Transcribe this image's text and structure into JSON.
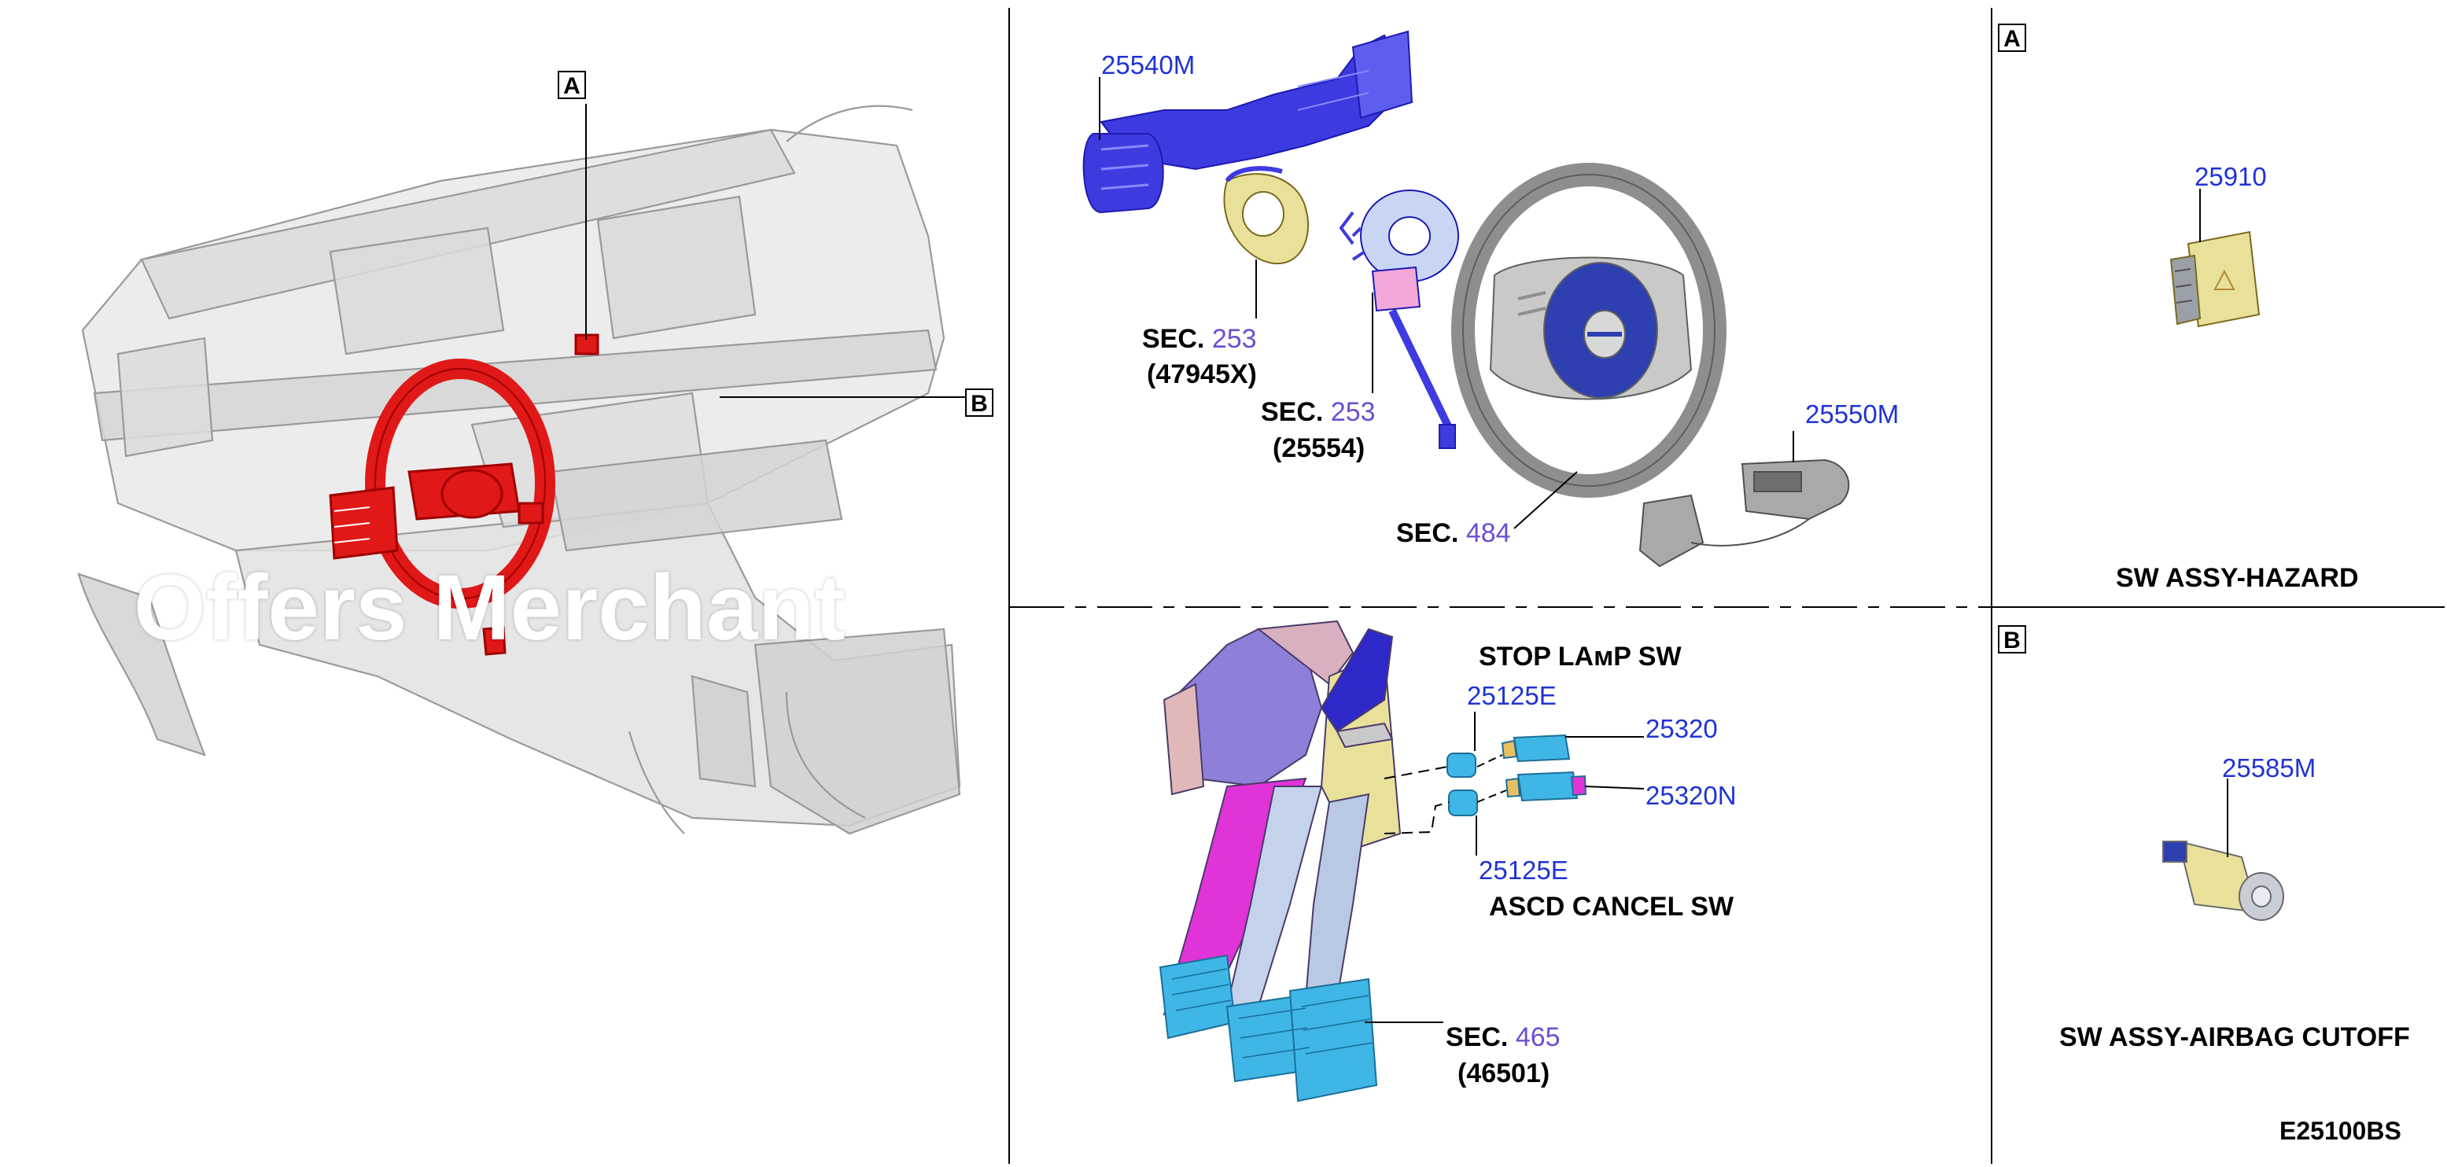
{
  "panels": {
    "top_center": {
      "parts": {
        "combination_switch": "25540M",
        "steering_wheel_switch": "25550M"
      },
      "sections": [
        {
          "prefix": "SEC.",
          "number": "253",
          "ref": "(47945X)"
        },
        {
          "prefix": "SEC.",
          "number": "253",
          "ref": "(25554)"
        },
        {
          "prefix": "SEC.",
          "number": "484",
          "ref": ""
        }
      ]
    },
    "bottom_center": {
      "stop_lamp_label": "STOP LAмP SW",
      "ascd_label": "ASCD CANCEL SW",
      "parts": {
        "stop_clip": "25125E",
        "stop_switch": "25320",
        "ascd_switch": "25320N",
        "ascd_clip": "25125E"
      },
      "section": {
        "prefix": "SEC.",
        "number": "465",
        "ref": "(46501)"
      }
    },
    "panel_a": {
      "letter": "A",
      "part": "25910",
      "name": "SW ASSY-HAZARD"
    },
    "panel_b": {
      "letter": "B",
      "part": "25585M",
      "name": "SW ASSY-AIRBAG CUTOFF"
    },
    "overview": {
      "callout_a": "A",
      "callout_b": "B"
    }
  },
  "watermark": "Offers Merchant",
  "figure_code": "E25100BS",
  "colors": {
    "part_number": "#1f33d6",
    "section_number": "#6c4fd0",
    "highlight_red": "#e01818",
    "part_blue": "#3d3ae0",
    "part_yellow": "#e9e19a",
    "part_cyan": "#3fb6e6",
    "part_magenta": "#e033d8"
  }
}
